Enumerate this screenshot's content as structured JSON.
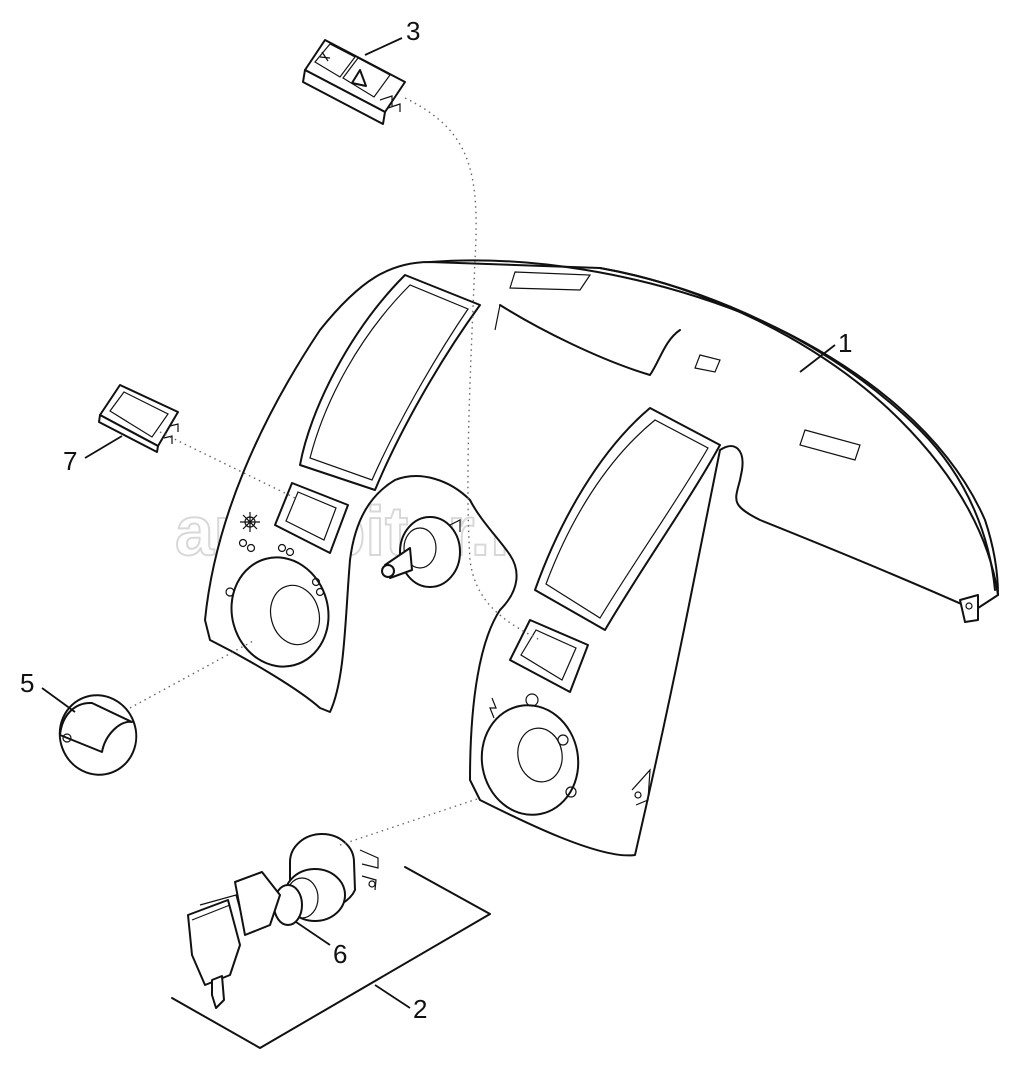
{
  "watermark": "autopiter.ru",
  "callouts": [
    {
      "id": "1",
      "label": "1"
    },
    {
      "id": "2",
      "label": "2"
    },
    {
      "id": "3",
      "label": "3"
    },
    {
      "id": "5",
      "label": "5"
    },
    {
      "id": "6",
      "label": "6"
    },
    {
      "id": "7",
      "label": "7"
    }
  ],
  "parts": [
    {
      "callout": "1",
      "icon": "dashboard-panel-icon"
    },
    {
      "callout": "2",
      "icon": "ignition-switch-kit-icon"
    },
    {
      "callout": "3",
      "icon": "hazard-switch-icon"
    },
    {
      "callout": "5",
      "icon": "knob-icon"
    },
    {
      "callout": "6",
      "icon": "ignition-key-icon"
    },
    {
      "callout": "7",
      "icon": "indicator-lamp-icon"
    }
  ],
  "colors": {
    "line": "#111111",
    "watermark": "#cfcfcf",
    "leader_dotted": "#666666"
  }
}
